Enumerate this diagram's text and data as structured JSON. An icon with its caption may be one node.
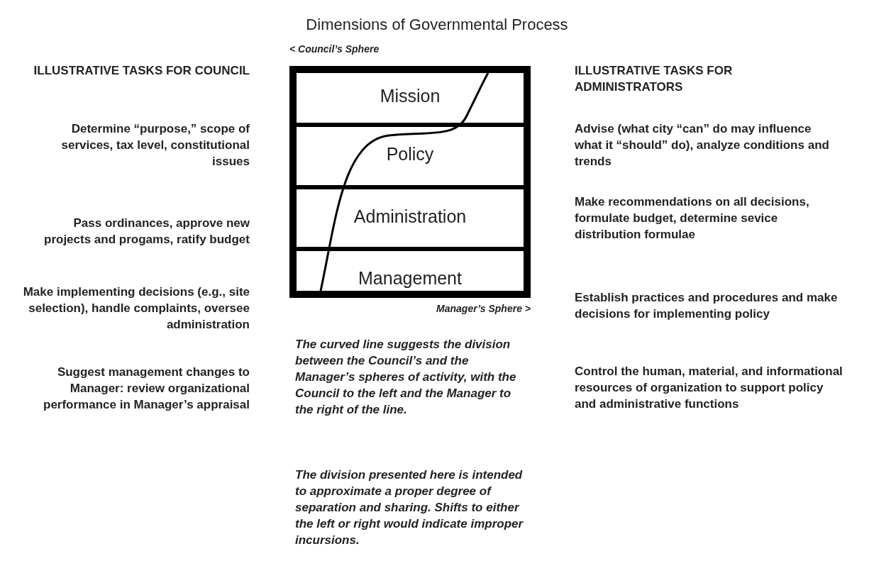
{
  "diagram": {
    "title": "Dimensions of Governmental Process",
    "nodes": [
      {
        "text": [
          "Mission"
        ]
      },
      {
        "text": [
          "Policy"
        ]
      },
      {
        "text": [
          "Administration"
        ]
      },
      {
        "text": [
          "Management"
        ]
      }
    ],
    "labels": [
      "< Council’s Sphere",
      "ILLUSTRATIVE TASKS FOR COUNCIL",
      "ILLUSTRATIVE TASKS FOR ADMINISTRATORS",
      "Determine “purpose,” scope of services, tax level, constitutional issues",
      "Advise (what city “can” do may influence what it “should” do), analyze conditions and trends",
      "Make recommendations on all decisions, formulate budget, determine sevice distribution formulae",
      "Pass ordinances, approve new projects and progams, ratify budget",
      "Make implementing decisions (e.g., site selection), handle complaints, oversee administration",
      "Establish practices and procedures and make decisions for implementing policy",
      "Manager’s Sphere >",
      "The curved line suggests the division between the Council’s and the Manager’s spheres of activity, with the Council to the left and the Manager to the right of the line.",
      "Control the human, material, and informational resources of organization to support policy and administrative functions",
      "Suggest management changes to Manager: review organizational performance in Manager’s appraisal",
      "The division presented here is intended to approximate a proper degree of separation and sharing. Shifts to either the left or right would indicate improper incursions."
    ]
  }
}
